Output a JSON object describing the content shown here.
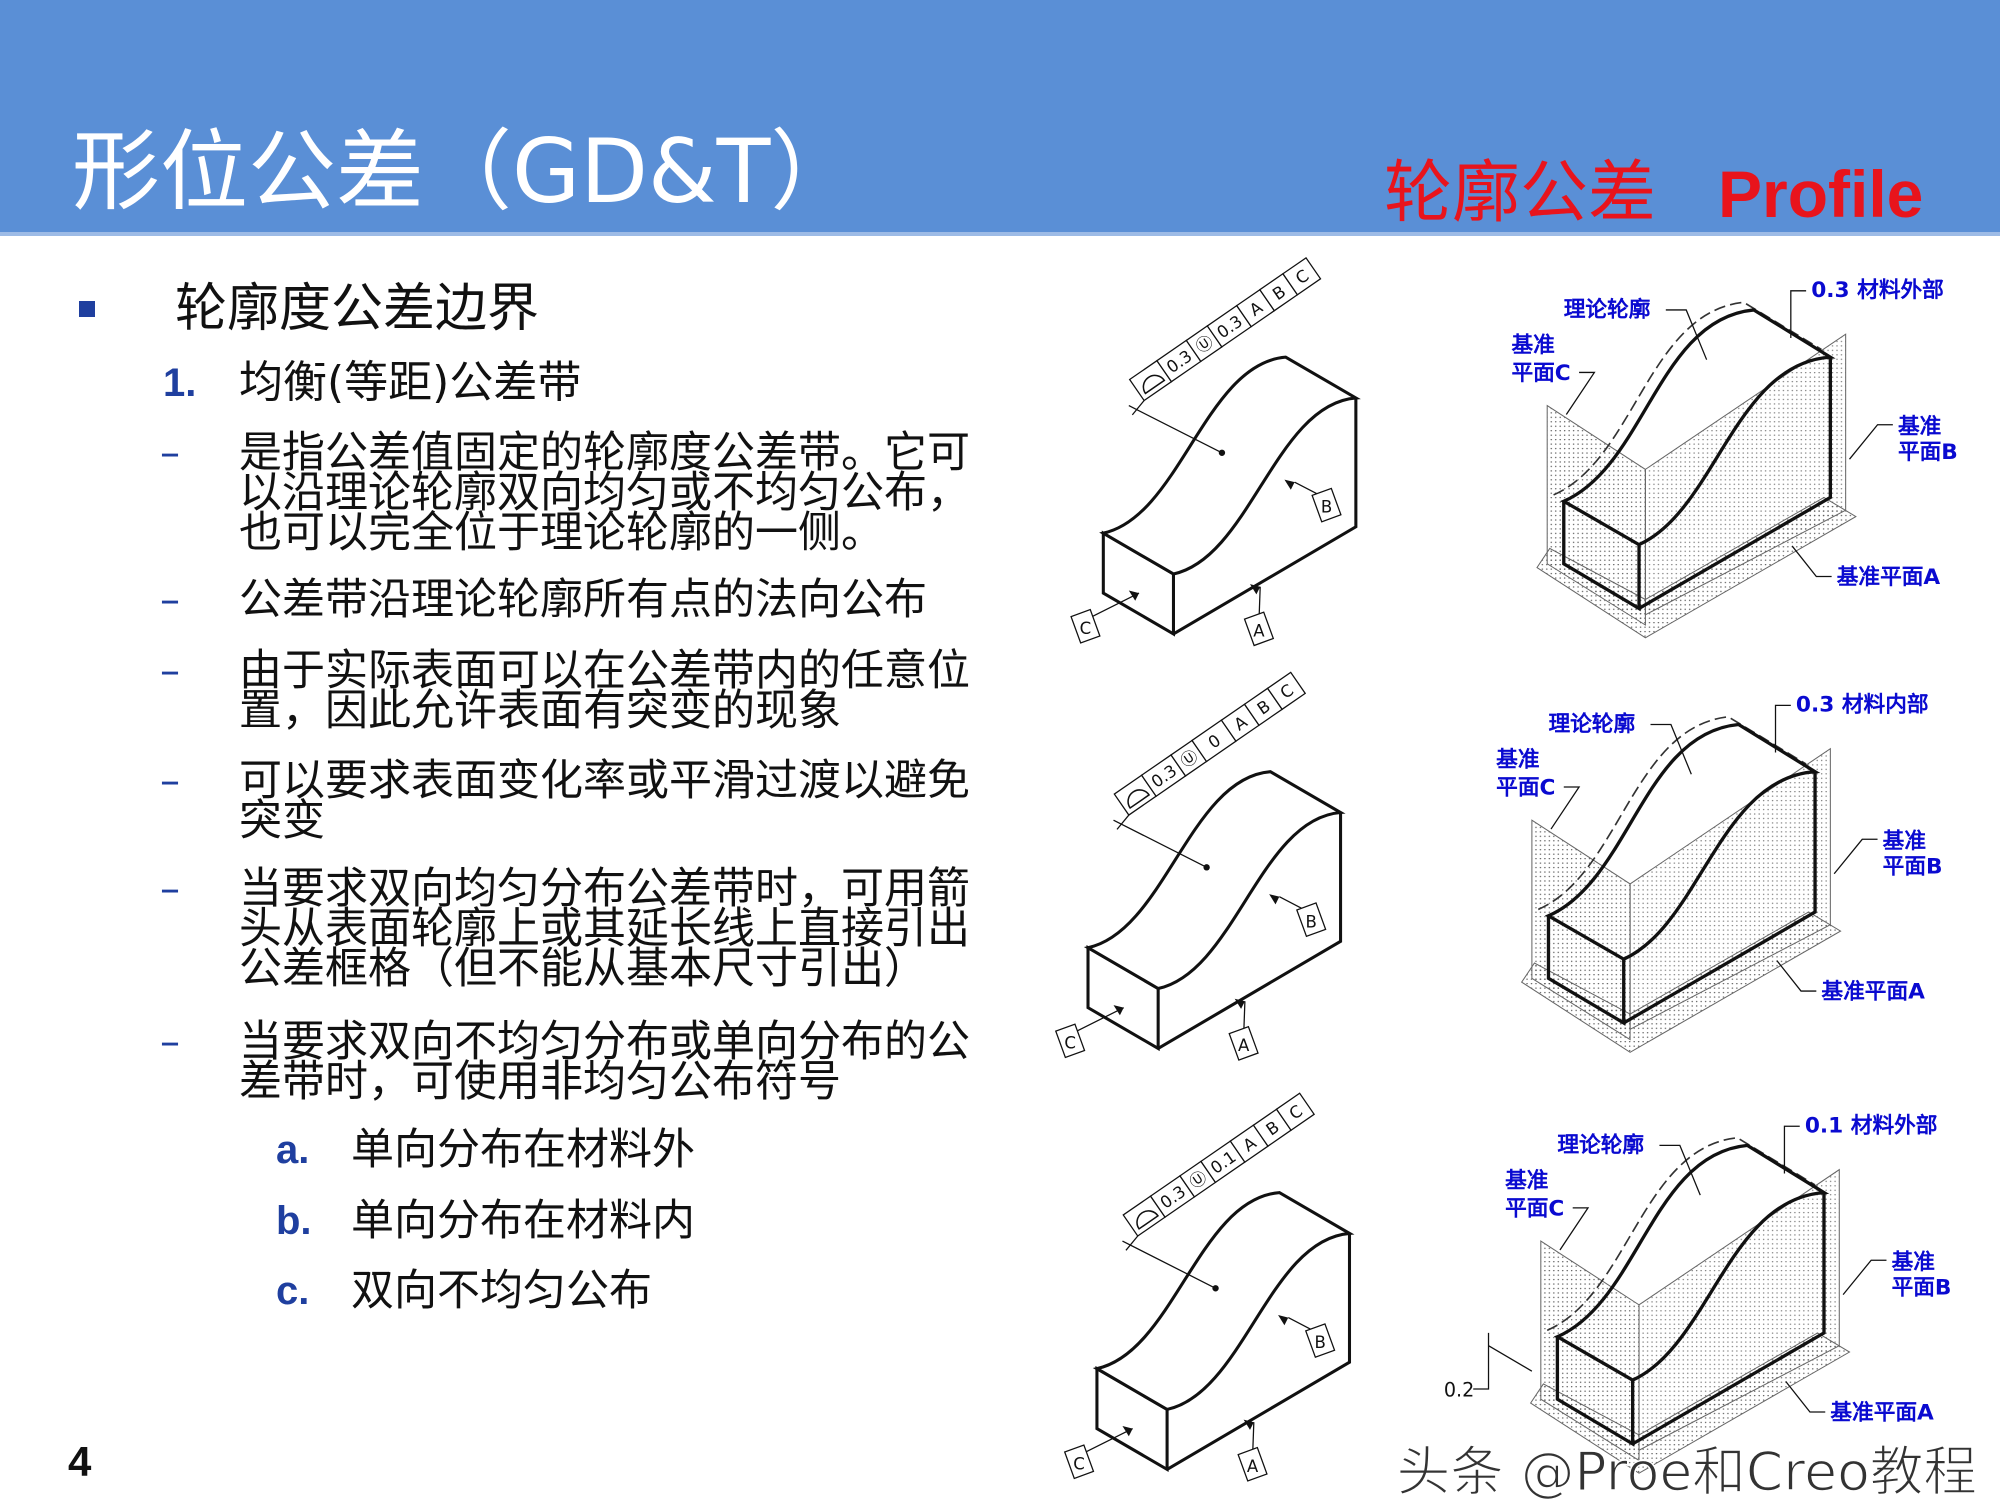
{
  "header": {
    "title": "形位公差（GD&T）",
    "topic_cn": "轮廓公差",
    "topic_en": "Profile"
  },
  "colors": {
    "header_bg": "#5a8fd6",
    "accent_red": "#e8141c",
    "accent_blue": "#1f3f9f",
    "label_blue": "#0a0ad0"
  },
  "main": {
    "heading": "轮廓度公差边界",
    "numbered": {
      "number": "1.",
      "text": "均衡(等距)公差带"
    },
    "items": [
      {
        "lines": [
          "是指公差值固定的轮廓度公差带。它可",
          "以沿理论轮廓双向均匀或不均匀公布，",
          "也可以完全位于理论轮廓的一侧。"
        ]
      },
      {
        "lines": [
          "公差带沿理论轮廓所有点的法向公布"
        ]
      },
      {
        "lines": [
          "由于实际表面可以在公差带内的任意位",
          "置，因此允许表面有突变的现象"
        ]
      },
      {
        "lines": [
          "可以要求表面变化率或平滑过渡以避免",
          "突变"
        ]
      },
      {
        "lines": [
          "当要求双向均匀分布公差带时，可用箭",
          "头从表面轮廓上或其延长线上直接引出",
          "公差框格（但不能从基本尺寸引出）"
        ]
      },
      {
        "lines": [
          "当要求双向不均匀分布或单向分布的公",
          "差带时，可使用非均匀公布符号"
        ]
      }
    ],
    "dash": "–",
    "subitems": [
      {
        "letter": "a.",
        "text": "单向分布在材料外"
      },
      {
        "letter": "b.",
        "text": "单向分布在材料内"
      },
      {
        "letter": "c.",
        "text": "双向不均匀公布"
      }
    ]
  },
  "figures": [
    {
      "fcf": [
        "0.3",
        "Ⓤ",
        "0.3",
        "A",
        "B",
        "C"
      ],
      "datums": [
        "A",
        "B",
        "C"
      ],
      "labels": {
        "nominal": "理论轮廓",
        "zone": "0.3  材料外部",
        "c1": "基准",
        "c2": "平面C",
        "b1": "基准",
        "b2": "平面B",
        "a": "基准平面A"
      }
    },
    {
      "fcf": [
        "0.3",
        "Ⓤ",
        "0",
        "A",
        "B",
        "C"
      ],
      "datums": [
        "A",
        "B",
        "C"
      ],
      "labels": {
        "nominal": "理论轮廓",
        "zone": "0.3  材料内部",
        "c1": "基准",
        "c2": "平面C",
        "b1": "基准",
        "b2": "平面B",
        "a": "基准平面A"
      }
    },
    {
      "fcf": [
        "0.3",
        "Ⓤ",
        "0.1",
        "A",
        "B",
        "C"
      ],
      "datums": [
        "A",
        "B",
        "C"
      ],
      "labels": {
        "nominal": "理论轮廓",
        "zone": "0.1  材料外部",
        "c1": "基准",
        "c2": "平面C",
        "b1": "基准",
        "b2": "平面B",
        "a": "基准平面A",
        "extra": "0.2"
      }
    }
  ],
  "watermark": "头条 @Proe和Creo教程",
  "page_number": "4"
}
